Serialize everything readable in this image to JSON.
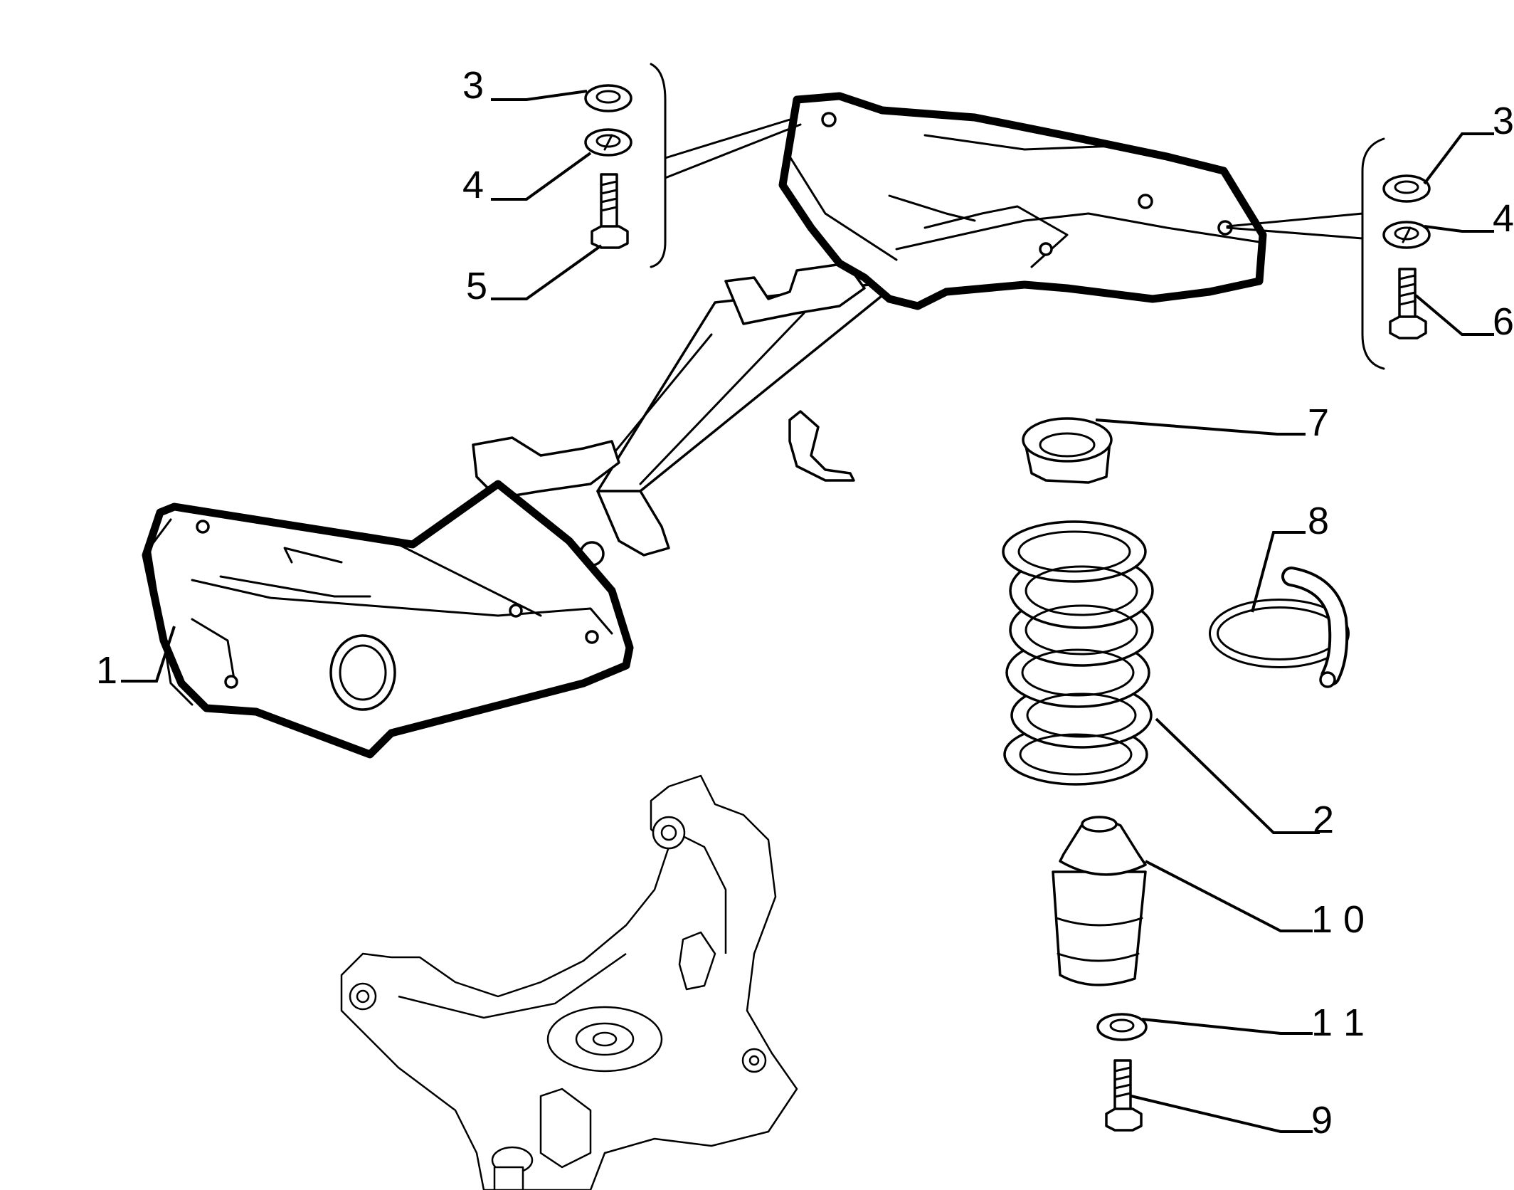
{
  "callouts": [
    {
      "id": "c1",
      "label": "1",
      "part": "crossmember"
    },
    {
      "id": "c2",
      "label": "2",
      "part": "coil-spring"
    },
    {
      "id": "c3a",
      "label": "3",
      "part": "washer"
    },
    {
      "id": "c4a",
      "label": "4",
      "part": "lock-washer"
    },
    {
      "id": "c5",
      "label": "5",
      "part": "bolt"
    },
    {
      "id": "c3b",
      "label": "3",
      "part": "washer"
    },
    {
      "id": "c4b",
      "label": "4",
      "part": "lock-washer"
    },
    {
      "id": "c6",
      "label": "6",
      "part": "bolt"
    },
    {
      "id": "c7",
      "label": "7",
      "part": "spring-seat"
    },
    {
      "id": "c8",
      "label": "8",
      "part": "spring-insulator"
    },
    {
      "id": "c10",
      "label": "1 0",
      "part": "bump-stop"
    },
    {
      "id": "c11",
      "label": "1 1",
      "part": "washer"
    },
    {
      "id": "c9",
      "label": "9",
      "part": "bolt"
    }
  ]
}
